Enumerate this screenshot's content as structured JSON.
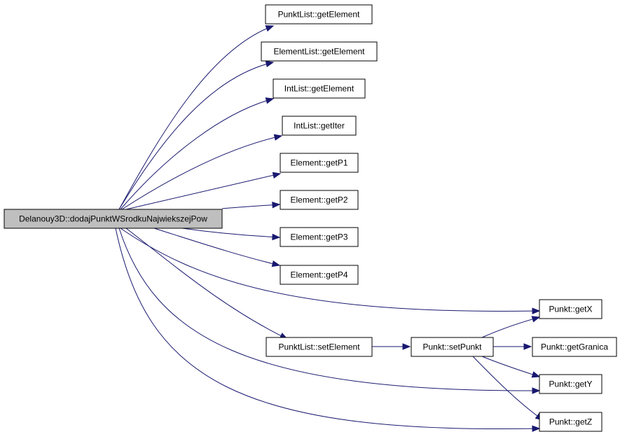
{
  "colors": {
    "edge": "#191970",
    "root_fill": "#bfbfbf",
    "node_fill": "#ffffff",
    "node_border": "#000000"
  },
  "root": {
    "id": "root",
    "label": "Delanouy3D::dodajPunktWSrodkuNajwiekszejPow"
  },
  "nodes": [
    {
      "id": "n1",
      "label": "PunktList::getElement"
    },
    {
      "id": "n2",
      "label": "ElementList::getElement"
    },
    {
      "id": "n3",
      "label": "IntList::getElement"
    },
    {
      "id": "n4",
      "label": "IntList::getIter"
    },
    {
      "id": "n5",
      "label": "Element::getP1"
    },
    {
      "id": "n6",
      "label": "Element::getP2"
    },
    {
      "id": "n7",
      "label": "Element::getP3"
    },
    {
      "id": "n8",
      "label": "Element::getP4"
    },
    {
      "id": "n9",
      "label": "Punkt::getX"
    },
    {
      "id": "n10",
      "label": "PunktList::setElement"
    },
    {
      "id": "n11",
      "label": "Punkt::setPunkt"
    },
    {
      "id": "n12",
      "label": "Punkt::getGranica"
    },
    {
      "id": "n13",
      "label": "Punkt::getY"
    },
    {
      "id": "n14",
      "label": "Punkt::getZ"
    }
  ],
  "edges": [
    {
      "from": "root",
      "to": "n1"
    },
    {
      "from": "root",
      "to": "n2"
    },
    {
      "from": "root",
      "to": "n3"
    },
    {
      "from": "root",
      "to": "n4"
    },
    {
      "from": "root",
      "to": "n5"
    },
    {
      "from": "root",
      "to": "n6"
    },
    {
      "from": "root",
      "to": "n7"
    },
    {
      "from": "root",
      "to": "n8"
    },
    {
      "from": "root",
      "to": "n9"
    },
    {
      "from": "root",
      "to": "n10"
    },
    {
      "from": "root",
      "to": "n13"
    },
    {
      "from": "root",
      "to": "n14"
    },
    {
      "from": "n10",
      "to": "n11"
    },
    {
      "from": "n11",
      "to": "n9"
    },
    {
      "from": "n11",
      "to": "n12"
    },
    {
      "from": "n11",
      "to": "n13"
    },
    {
      "from": "n11",
      "to": "n14"
    }
  ]
}
